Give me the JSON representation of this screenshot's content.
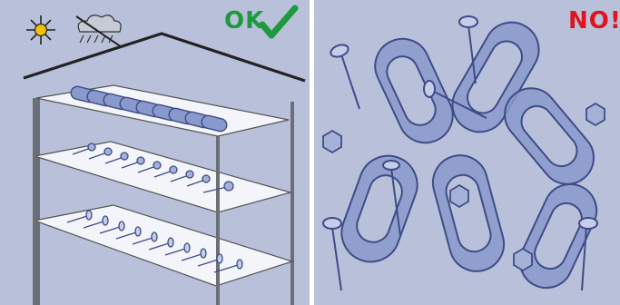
{
  "panels": {
    "ok": {
      "verdict": "OK",
      "state": "correct-storage",
      "icons": [
        "sun-icon",
        "rain-cloud-icon",
        "roof",
        "checkmark-icon"
      ]
    },
    "no": {
      "verdict": "NO!",
      "state": "incorrect-storage"
    }
  },
  "colors": {
    "background": "#b9c0da",
    "ok_accent": "#1e9a3c",
    "no_accent": "#e0141e",
    "metal": "#7f8fc4",
    "metal_dark": "#4f5f9a",
    "shelf": "#f4f5fa",
    "sun": "#f2c200"
  }
}
